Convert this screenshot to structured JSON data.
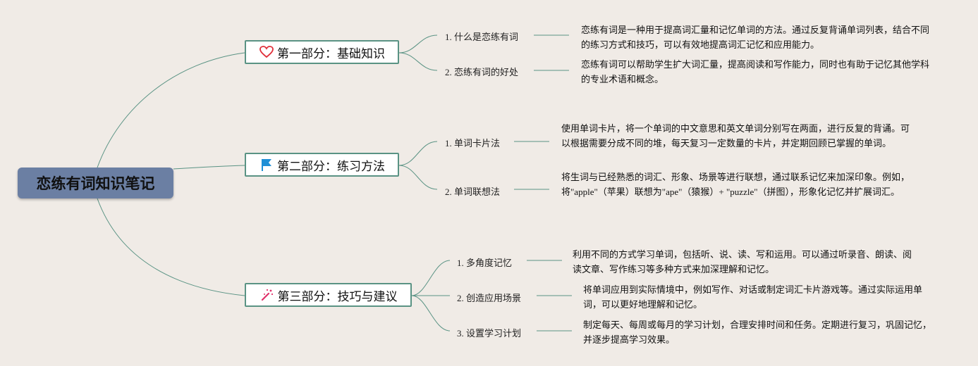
{
  "root": {
    "title": "恋练有词知识笔记"
  },
  "sections": [
    {
      "title": "第一部分：基础知识",
      "icon": "heart-icon",
      "items": [
        {
          "label": "1. 什么是恋练有词",
          "desc": "恋练有词是一种用于提高词汇量和记忆单词的方法。通过反复背诵单词列表，结合不同的练习方式和技巧，可以有效地提高词汇记忆和应用能力。"
        },
        {
          "label": "2. 恋练有词的好处",
          "desc": "恋练有词可以帮助学生扩大词汇量，提高阅读和写作能力，同时也有助于记忆其他学科的专业术语和概念。"
        }
      ]
    },
    {
      "title": "第二部分：练习方法",
      "icon": "flag-icon",
      "items": [
        {
          "label": "1. 单词卡片法",
          "desc": "使用单词卡片，将一个单词的中文意思和英文单词分别写在两面，进行反复的背诵。可以根据需要分成不同的堆，每天复习一定数量的卡片，并定期回顾已掌握的单词。"
        },
        {
          "label": "2. 单词联想法",
          "desc": "将生词与已经熟悉的词汇、形象、场景等进行联想，通过联系记忆来加深印象。例如，将\"apple\"（苹果）联想为\"ape\"（猿猴）+ \"puzzle\"（拼图），形象化记忆并扩展词汇。"
        }
      ]
    },
    {
      "title": "第三部分：技巧与建议",
      "icon": "magic-wand-icon",
      "items": [
        {
          "label": "1. 多角度记忆",
          "desc": "利用不同的方式学习单词，包括听、说、读、写和运用。可以通过听录音、朗读、阅读文章、写作练习等多种方式来加深理解和记忆。"
        },
        {
          "label": "2. 创造应用场景",
          "desc": "将单词应用到实际情境中，例如写作、对话或制定词汇卡片游戏等。通过实际运用单词，可以更好地理解和记忆。"
        },
        {
          "label": "3. 设置学习计划",
          "desc": "制定每天、每周或每月的学习计划，合理安排时间和任务。定期进行复习，巩固记忆，并逐步提高学习效果。"
        }
      ]
    }
  ],
  "colors": {
    "connector": "#5a9384",
    "root_bg": "#6b7fa3",
    "heart": "#e0303a",
    "flag": "#1e8fd6",
    "wand": "#e0306a"
  }
}
